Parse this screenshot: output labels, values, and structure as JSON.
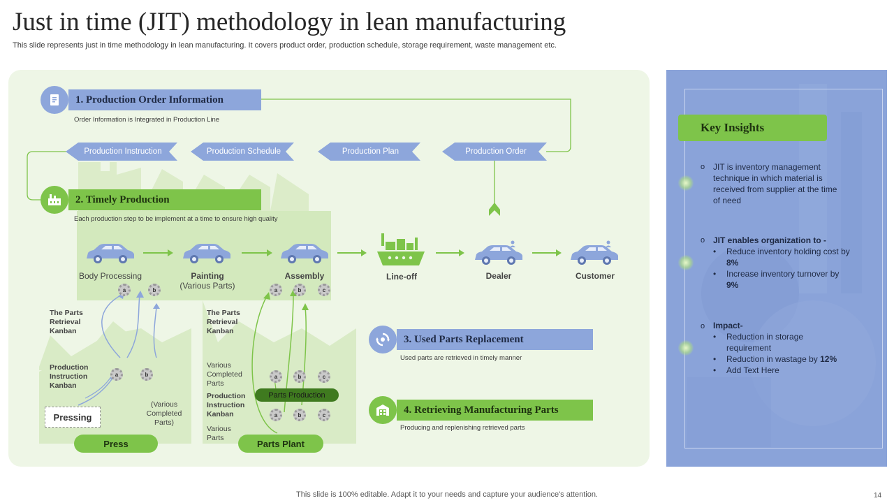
{
  "title": "Just in time (JIT) methodology in lean manufacturing",
  "subtitle": "This slide represents just in time methodology in lean manufacturing. It covers product order, production schedule, storage requirement, waste management etc.",
  "steps": [
    {
      "label": "1. Production Order Information",
      "desc": "Order Information is Integrated in Production Line"
    },
    {
      "label": "2. Timely Production",
      "desc": "Each production step to be implement  at a time to ensure high quality"
    },
    {
      "label": "3. Used Parts Replacement",
      "desc": "Used parts are retrieved in timely manner"
    },
    {
      "label": "4. Retrieving Manufacturing Parts",
      "desc": "Producing and replenishing retrieved parts"
    }
  ],
  "flow_arrows": [
    "Production Instruction",
    "Production Schedule",
    "Production Plan",
    "Production Order"
  ],
  "stations": {
    "body_processing": "Body Processing",
    "painting": "Painting",
    "painting_sub": "(Various Parts)",
    "assembly": "Assembly",
    "line_off": "Line-off",
    "dealer": "Dealer",
    "customer": "Customer"
  },
  "gears": {
    "a": "a",
    "b": "b",
    "c": "c"
  },
  "press_area": {
    "kanban_label": "The Parts Retrieval Kanban",
    "instruction_label": "Production Instruction Kanban",
    "pressing": "Pressing",
    "various_parts": "(Various Completed Parts)",
    "pill": "Press"
  },
  "parts_plant": {
    "kanban_label": "The Parts Retrieval Kanban",
    "completed_parts": "Various Completed Parts",
    "instruction_label": "Production Instruction Kanban",
    "parts_production": "Parts Production",
    "various_parts": "Various Parts",
    "pill": "Parts Plant"
  },
  "insights": {
    "heading": "Key Insights",
    "item1": "JIT is inventory  management technique in which material is received from supplier at the time of need",
    "item2_title": "JIT enables organization to -",
    "item2_b1_text": "Reduce inventory  holding cost by ",
    "item2_b1_value": "8%",
    "item2_b2_text": "Increase inventory  turnover by ",
    "item2_b2_value": "9%",
    "item3_title": "Impact-",
    "item3_b1": "Reduction in storage requirement",
    "item3_b2_text": "Reduction in wastage by ",
    "item3_b2_value": "12%",
    "item3_b3": "Add Text Here"
  },
  "footer": "This slide is 100% editable. Adapt it to your needs and capture your audience's attention.",
  "page_number": "14",
  "colors": {
    "blue": "#8da6db",
    "green": "#7ec44a",
    "panel": "#eef6e6",
    "insight_bg": "#8aa3d9"
  }
}
